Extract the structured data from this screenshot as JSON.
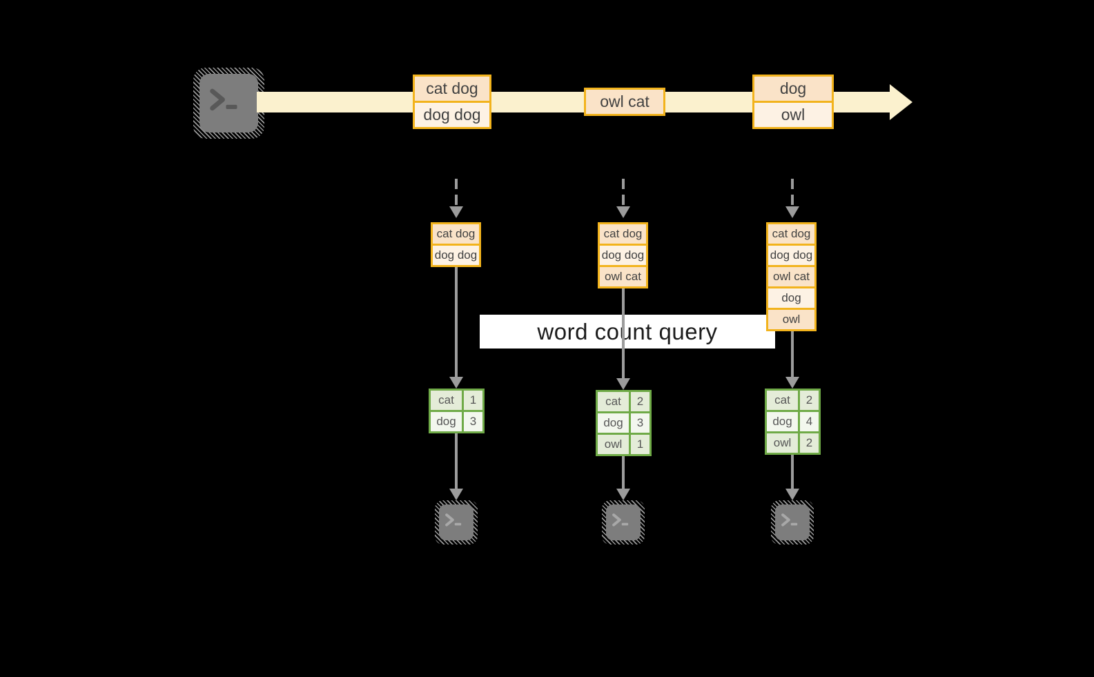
{
  "query_label": "word count query",
  "icons": {
    "source": "terminal-icon",
    "sinks": "terminal-icon",
    "terminal_glyph": ">_"
  },
  "colors": {
    "background": "#000000",
    "stream_band": "#fbf1ce",
    "record_border": "#f2b31c",
    "record_fill_dark": "#fae3c8",
    "record_fill_light": "#fdf2e4",
    "table_border": "#6faa47",
    "table_fill_dark": "#e4ecd8",
    "table_fill_light": "#f3f7ee",
    "arrow_gray": "#9c9c9c",
    "terminal_gray": "#7d7d7d",
    "label_bg": "#ffffff"
  },
  "stream": {
    "batches": [
      {
        "records": [
          "cat dog",
          "dog dog"
        ]
      },
      {
        "records": [
          "owl cat"
        ]
      },
      {
        "records": [
          "dog",
          "owl"
        ]
      }
    ]
  },
  "columns": [
    {
      "input_records": [
        "cat dog",
        "dog dog"
      ],
      "counts": [
        {
          "word": "cat",
          "count": "1"
        },
        {
          "word": "dog",
          "count": "3"
        }
      ]
    },
    {
      "input_records": [
        "cat dog",
        "dog dog",
        "owl cat"
      ],
      "counts": [
        {
          "word": "cat",
          "count": "2"
        },
        {
          "word": "dog",
          "count": "3"
        },
        {
          "word": "owl",
          "count": "1"
        }
      ]
    },
    {
      "input_records": [
        "cat dog",
        "dog dog",
        "owl cat",
        "dog",
        "owl"
      ],
      "counts": [
        {
          "word": "cat",
          "count": "2"
        },
        {
          "word": "dog",
          "count": "4"
        },
        {
          "word": "owl",
          "count": "2"
        }
      ]
    }
  ]
}
